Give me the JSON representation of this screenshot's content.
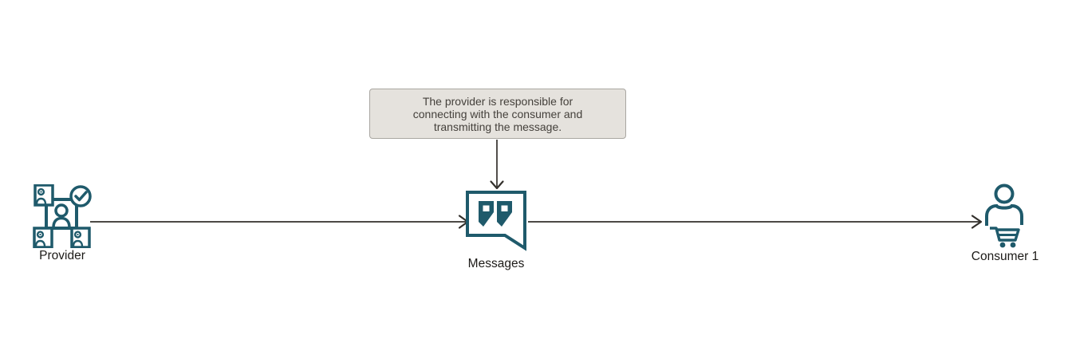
{
  "diagram": {
    "title_hint": "provider-to-consumer message flow",
    "callout": {
      "lines": [
        "The provider is responsible for",
        "connecting with the consumer and",
        "transmitting the message."
      ],
      "points_to": "messages"
    },
    "nodes": [
      {
        "id": "provider",
        "label": "Provider",
        "icon": "provider-group-check-icon"
      },
      {
        "id": "messages",
        "label": "Messages",
        "icon": "speech-bubble-quotes-icon"
      },
      {
        "id": "consumer1",
        "label": "Consumer 1",
        "icon": "person-shopping-cart-icon"
      }
    ],
    "connectors": [
      {
        "from": "provider",
        "to": "messages",
        "style": "arrow-right"
      },
      {
        "from": "messages",
        "to": "consumer1",
        "style": "arrow-right"
      },
      {
        "from": "callout",
        "to": "messages",
        "style": "arrow-down"
      }
    ]
  },
  "theme": {
    "icon-color": "#1f5a6b",
    "line-color": "#33302c",
    "callout-bg": "#e5e2dd",
    "callout-border": "#a9a6a1",
    "callout-text": "#45413c",
    "label-color": "#1c1a17",
    "canvas-bg": "#ffffff"
  }
}
